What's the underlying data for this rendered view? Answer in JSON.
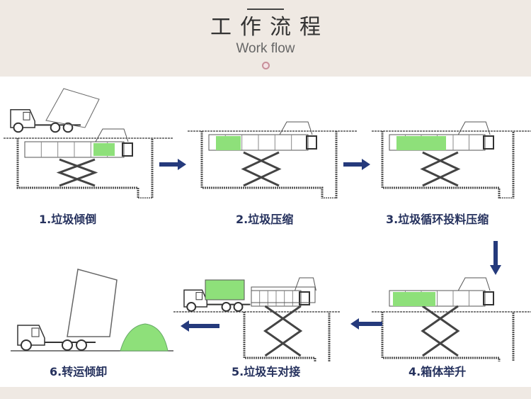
{
  "header": {
    "title": "工作流程",
    "subtitle": "Work flow"
  },
  "steps": [
    {
      "label": "1.垃圾倾倒"
    },
    {
      "label": "2.垃圾压缩"
    },
    {
      "label": "3.垃圾循环投料压缩"
    },
    {
      "label": "4.箱体举升"
    },
    {
      "label": "5.垃圾车对接"
    },
    {
      "label": "6.转运倾卸"
    }
  ],
  "colors": {
    "arrow": "#253a7c",
    "green": "#8ee07a",
    "label": "#26325e",
    "header_bg": "#efe9e3"
  }
}
